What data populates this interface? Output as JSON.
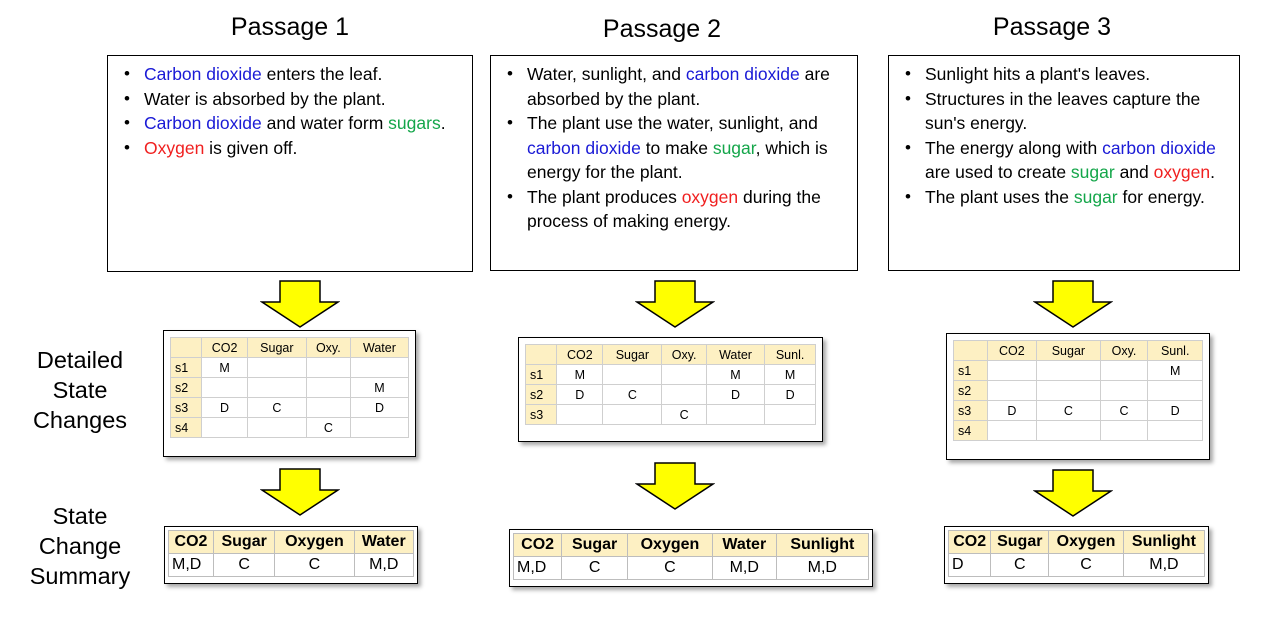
{
  "passages": [
    {
      "title": "Passage 1",
      "bullets": [
        [
          {
            "t": "Carbon dioxide",
            "c": "blue"
          },
          {
            "t": " enters the leaf.",
            "c": ""
          }
        ],
        [
          {
            "t": "Water is absorbed by the plant.",
            "c": ""
          }
        ],
        [
          {
            "t": "Carbon dioxide",
            "c": "blue"
          },
          {
            "t": " and water form ",
            "c": ""
          },
          {
            "t": "sugars",
            "c": "green"
          },
          {
            "t": ".",
            "c": ""
          }
        ],
        [
          {
            "t": "Oxygen",
            "c": "red"
          },
          {
            "t": " is given off.",
            "c": ""
          }
        ]
      ],
      "detail": {
        "columns": [
          "CO2",
          "Sugar",
          "Oxy.",
          "Water"
        ],
        "rows": [
          {
            "label": "s1",
            "cells": [
              "M",
              "",
              "",
              ""
            ]
          },
          {
            "label": "s2",
            "cells": [
              "",
              "",
              "",
              "M"
            ]
          },
          {
            "label": "s3",
            "cells": [
              "D",
              "C",
              "",
              "D"
            ]
          },
          {
            "label": "s4",
            "cells": [
              "",
              "",
              "C",
              ""
            ]
          }
        ]
      },
      "summary": {
        "columns": [
          "CO2",
          "Sugar",
          "Oxygen",
          "Water"
        ],
        "values": [
          "M,D",
          "C",
          "C",
          "M,D"
        ]
      }
    },
    {
      "title": "Passage 2",
      "bullets": [
        [
          {
            "t": "Water, sunlight, and ",
            "c": ""
          },
          {
            "t": "carbon dioxide",
            "c": "blue"
          },
          {
            "t": " are absorbed by the plant.",
            "c": ""
          }
        ],
        [
          {
            "t": "The plant use the water, sunlight, and ",
            "c": ""
          },
          {
            "t": "carbon dioxide",
            "c": "blue"
          },
          {
            "t": " to make ",
            "c": ""
          },
          {
            "t": "sugar",
            "c": "green"
          },
          {
            "t": ", which is energy for the plant.",
            "c": ""
          }
        ],
        [
          {
            "t": "The plant produces ",
            "c": ""
          },
          {
            "t": "oxygen",
            "c": "red"
          },
          {
            "t": " during the process of making energy.",
            "c": ""
          }
        ]
      ],
      "detail": {
        "columns": [
          "CO2",
          "Sugar",
          "Oxy.",
          "Water",
          "Sunl."
        ],
        "rows": [
          {
            "label": "s1",
            "cells": [
              "M",
              "",
              "",
              "M",
              "M"
            ]
          },
          {
            "label": "s2",
            "cells": [
              "D",
              "C",
              "",
              "D",
              "D"
            ]
          },
          {
            "label": "s3",
            "cells": [
              "",
              "",
              "C",
              "",
              ""
            ]
          }
        ]
      },
      "summary": {
        "columns": [
          "CO2",
          "Sugar",
          "Oxygen",
          "Water",
          "Sunlight"
        ],
        "values": [
          "M,D",
          "C",
          "C",
          "M,D",
          "M,D"
        ]
      }
    },
    {
      "title": "Passage 3",
      "bullets": [
        [
          {
            "t": "Sunlight hits a plant's leaves.",
            "c": ""
          }
        ],
        [
          {
            "t": "Structures in the leaves capture the sun's energy.",
            "c": ""
          }
        ],
        [
          {
            "t": "The energy along with ",
            "c": ""
          },
          {
            "t": "carbon dioxide",
            "c": "blue"
          },
          {
            "t": " are used to create ",
            "c": ""
          },
          {
            "t": "sugar",
            "c": "green"
          },
          {
            "t": " and ",
            "c": ""
          },
          {
            "t": "oxygen",
            "c": "red"
          },
          {
            "t": ".",
            "c": ""
          }
        ],
        [
          {
            "t": "The plant uses the ",
            "c": ""
          },
          {
            "t": "sugar",
            "c": "green"
          },
          {
            "t": " for energy.",
            "c": ""
          }
        ]
      ],
      "detail": {
        "columns": [
          "CO2",
          "Sugar",
          "Oxy.",
          "Sunl."
        ],
        "rows": [
          {
            "label": "s1",
            "cells": [
              "",
              "",
              "",
              "M"
            ]
          },
          {
            "label": "s2",
            "cells": [
              "",
              "",
              "",
              ""
            ]
          },
          {
            "label": "s3",
            "cells": [
              "D",
              "C",
              "C",
              "D"
            ]
          },
          {
            "label": "s4",
            "cells": [
              "",
              "",
              "",
              ""
            ]
          }
        ]
      },
      "summary": {
        "columns": [
          "CO2",
          "Sugar",
          "Oxygen",
          "Sunlight"
        ],
        "values": [
          "D",
          "C",
          "C",
          "M,D"
        ]
      }
    }
  ],
  "side_labels": {
    "detailed": [
      "Detailed",
      "State",
      "Changes"
    ],
    "summary": [
      "State",
      "Change",
      "Summary"
    ]
  },
  "colors": {
    "entity_carbon_dioxide": "#1a1ad6",
    "entity_sugar": "#14a64a",
    "entity_oxygen": "#f02020",
    "arrow_fill": "#ffff00",
    "table_header_fill": "#fdf0c3"
  }
}
